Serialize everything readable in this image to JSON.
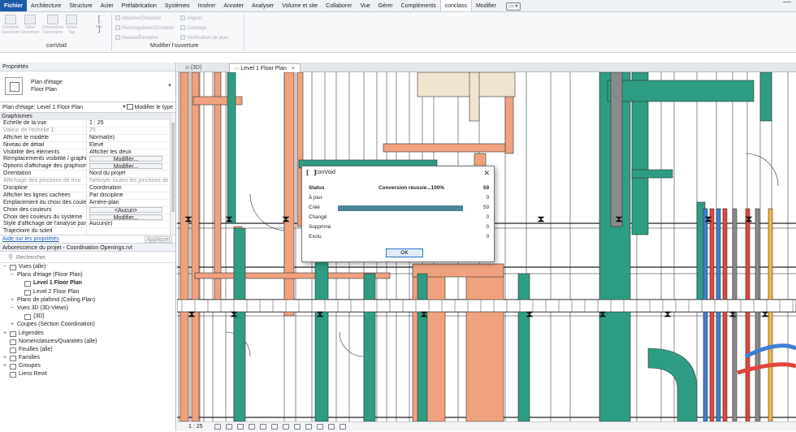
{
  "ribbon_tabs": [
    "Fichier",
    "Architecture",
    "Structure",
    "Acier",
    "Préfabrication",
    "Systèmes",
    "Insérer",
    "Annoter",
    "Analyser",
    "Volume et site",
    "Collaborer",
    "Vue",
    "Gérer",
    "Compléments",
    "conclass",
    "Modifier"
  ],
  "ribbon_tab_active": "conclass",
  "ribbon_buttons": [
    {
      "label": "Convertir Ouverture"
    },
    {
      "label": "Gérer Ouverture"
    },
    {
      "label": "Dimensions Ouvertures"
    },
    {
      "label": "Smart Tag"
    },
    {
      "label": "Info"
    }
  ],
  "ribbon_small_buttons": [
    "Attacher/Détacher",
    "Rectangulaire/Circulaire",
    "Niveau/Élevation",
    "Aligner",
    "Cotetage",
    "Vérification de plan"
  ],
  "panel_titles": {
    "convoid": "conVoid",
    "modifier": "Modifier l'ouverture"
  },
  "properties": {
    "title": "Propriétés",
    "type_name": "Plan d'étage",
    "type_sub": "Floor Plan",
    "instance": "Plan d'étage: Level 1 Floor Plan",
    "edit_type": "Modifier le type",
    "section": "Graphismes",
    "rows": [
      {
        "k": "Echelle de la vue",
        "v": "1 : 25",
        "dim": false
      },
      {
        "k": "Valeur de l'échelle   1:",
        "v": "25",
        "dim": true
      },
      {
        "k": "Afficher le modèle",
        "v": "Normal(e)",
        "dim": false
      },
      {
        "k": "Niveau de détail",
        "v": "Elevé",
        "dim": false
      },
      {
        "k": "Visibilité des éléments",
        "v": "Afficher les deux",
        "dim": false
      },
      {
        "k": "Remplacements visibilité / graphisme",
        "v": "Modifier...",
        "btn": true
      },
      {
        "k": "Options d'affichage des graphismes",
        "v": "Modifier...",
        "btn": true
      },
      {
        "k": "Orientation",
        "v": "Nord du projet",
        "dim": false
      },
      {
        "k": "Affichage des jonctions de mur",
        "v": "Nettoyer toutes les jonctions de ...",
        "dim": true
      },
      {
        "k": "Discipline",
        "v": "Coordination",
        "dim": false
      },
      {
        "k": "Afficher les lignes cachées",
        "v": "Par discipline",
        "dim": false
      },
      {
        "k": "Emplacement du choix des couleurs",
        "v": "Arrière-plan",
        "dim": false
      },
      {
        "k": "Choix des couleurs",
        "v": "<Aucun>",
        "btn": true
      },
      {
        "k": "Choix des couleurs du système",
        "v": "Modifier...",
        "btn": true
      },
      {
        "k": "Style d'affichage de l'analyse par déf...",
        "v": "Aucun(e)",
        "dim": false
      },
      {
        "k": "Trajectoire du soleil",
        "v": "",
        "dim": false
      }
    ],
    "help_link": "Aide sur les propriétés",
    "apply": "Appliquer"
  },
  "browser": {
    "title": "Arborescence du projet - Coordination Openings.rvt",
    "search_placeholder": "Rechercher",
    "rows": [
      {
        "toggle": "−",
        "text": "Vues (alle)",
        "indent": 0,
        "icon": true,
        "bold": false
      },
      {
        "toggle": "−",
        "text": "Plans d'étage (Floor Plan)",
        "indent": 1,
        "icon": false,
        "bold": false
      },
      {
        "toggle": "",
        "text": "Level 1 Floor Plan",
        "indent": 2,
        "icon": true,
        "bold": true
      },
      {
        "toggle": "",
        "text": "Level 2 Floor Plan",
        "indent": 2,
        "icon": true,
        "bold": false
      },
      {
        "toggle": "+",
        "text": "Plans de plafond (Ceiling Plan)",
        "indent": 1,
        "icon": false,
        "bold": false
      },
      {
        "toggle": "−",
        "text": "Vues 3D (3D-Views)",
        "indent": 1,
        "icon": false,
        "bold": false
      },
      {
        "toggle": "",
        "text": "{3D}",
        "indent": 2,
        "icon": true,
        "bold": false
      },
      {
        "toggle": "+",
        "text": "Coupes (Section Coordination)",
        "indent": 1,
        "icon": false,
        "bold": false
      },
      {
        "toggle": "+",
        "text": "Légendes",
        "indent": 0,
        "icon": true,
        "bold": false
      },
      {
        "toggle": "",
        "text": "Nomenclatures/Quantités (alle)",
        "indent": 0,
        "icon": true,
        "bold": false
      },
      {
        "toggle": "",
        "text": "Feuilles (alle)",
        "indent": 0,
        "icon": true,
        "bold": false
      },
      {
        "toggle": "+",
        "text": "Familles",
        "indent": 0,
        "icon": true,
        "bold": false
      },
      {
        "toggle": "+",
        "text": "Groupes",
        "indent": 0,
        "icon": true,
        "bold": false
      },
      {
        "toggle": "",
        "text": "Liens Revit",
        "indent": 0,
        "icon": true,
        "bold": false
      }
    ]
  },
  "view_tabs": [
    {
      "label": "{3D}",
      "active": false
    },
    {
      "label": "Level 1 Floor Plan",
      "active": true
    }
  ],
  "status": {
    "scale": "1 : 25"
  },
  "dialog": {
    "title": "conVoid",
    "logo": "[ ]",
    "header_label": "Status",
    "header_center": "Conversion réussie...100%",
    "header_value": "59",
    "rows": [
      {
        "label": "À jour",
        "value": "0"
      },
      {
        "label": "Créé",
        "value": "59"
      },
      {
        "label": "Changé",
        "value": "0"
      },
      {
        "label": "Supprimé",
        "value": "0"
      },
      {
        "label": "Exclu",
        "value": "0"
      }
    ],
    "progress": 1.0,
    "ok": "OK"
  },
  "colors": {
    "duct_orange": "#f0a27e",
    "duct_green": "#2e9d83",
    "duct_tan": "#efe4cf",
    "pipe_red": "#e0463a",
    "pipe_blue": "#3d7fd2",
    "pipe_yellow": "#f2b640",
    "pipe_gray": "#8a8a8a",
    "progress_fill": "#4e8396"
  }
}
